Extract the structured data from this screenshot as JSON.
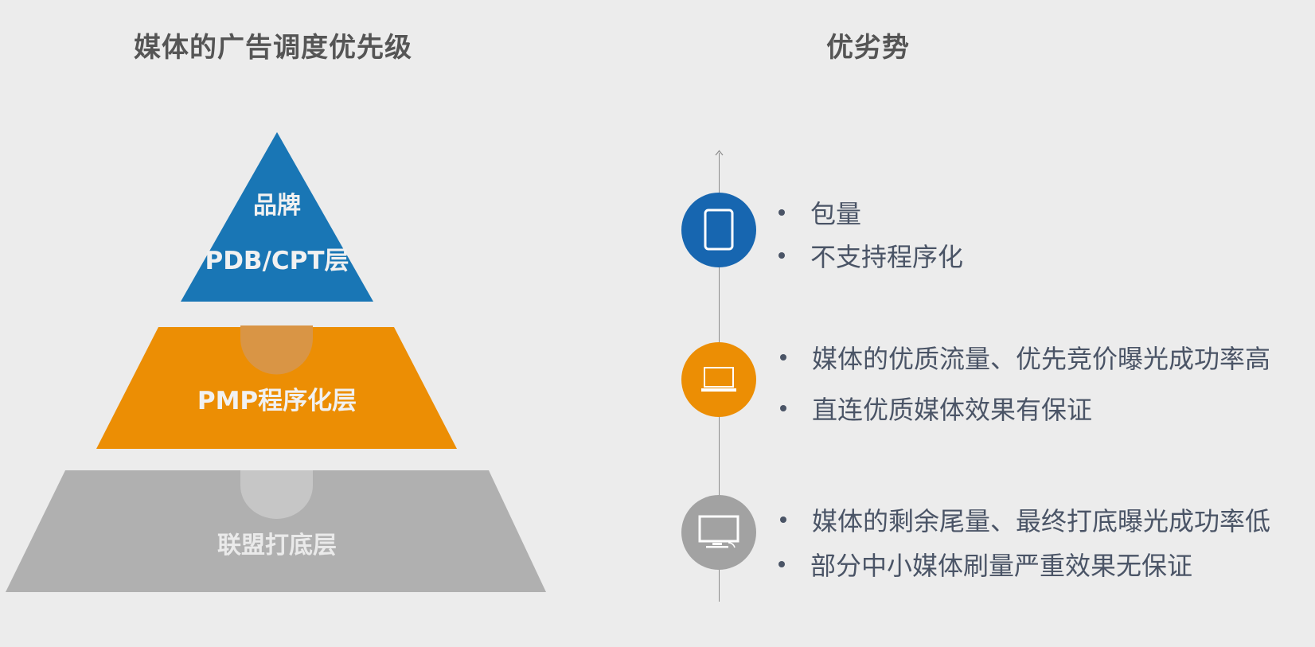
{
  "left_panel": {
    "title": "媒体的广告调度优先级",
    "pyramid": {
      "layers": [
        {
          "label_line1": "品牌",
          "label_line2": "PDB/CPT层",
          "color": "#1976b5"
        },
        {
          "label": "PMP程序化层",
          "color": "#ec8e04",
          "tab_color": "#d99545"
        },
        {
          "label": "联盟打底层",
          "color": "#b0b0b0",
          "tab_color": "#c6c6c6"
        }
      ]
    }
  },
  "right_panel": {
    "title": "优劣势",
    "axis_color": "#8c8c8c",
    "items": [
      {
        "icon": "tablet-icon",
        "icon_bg": "#1766b0",
        "points": [
          "包量",
          "不支持程序化"
        ]
      },
      {
        "icon": "laptop-icon",
        "icon_bg": "#ec8e04",
        "points": [
          "媒体的优质流量、优先竞价曝光成功率高",
          "直连优质媒体效果有保证"
        ]
      },
      {
        "icon": "monitor-icon",
        "icon_bg": "#a2a2a2",
        "points": [
          "媒体的剩余尾量、最终打底曝光成功率低",
          "部分中小媒体刷量严重效果无保证"
        ]
      }
    ]
  }
}
